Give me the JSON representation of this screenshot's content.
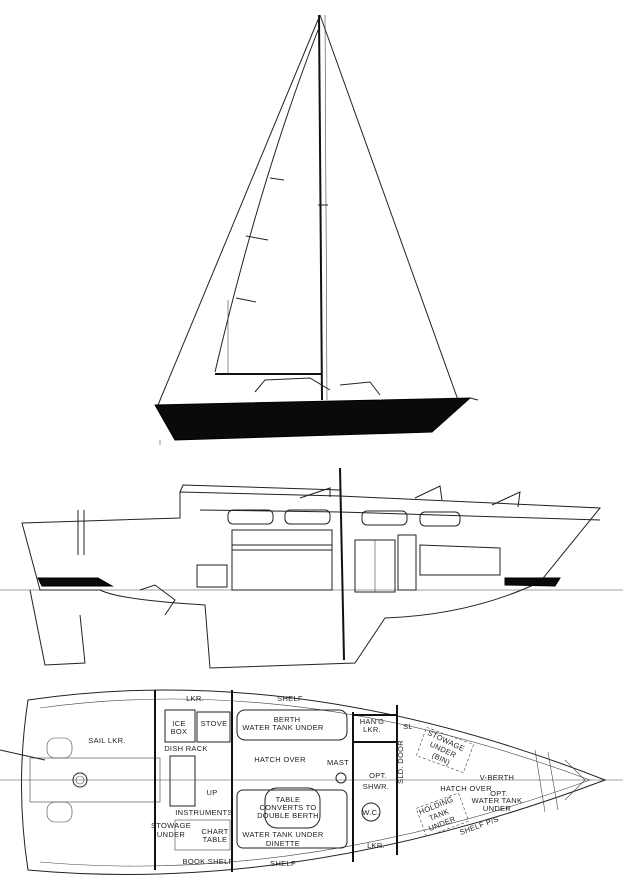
{
  "plan": {
    "lkr_top": "LKR.",
    "shelf_top": "SHELF",
    "ice": "ICE",
    "box": "BOX",
    "stove": "STOVE",
    "berth": "BERTH",
    "water_tank_under_1": "WATER TANK UNDER",
    "sail_lkr": "SAIL LKR.",
    "dish_rack": "DISH RACK",
    "hatch_over_1": "HATCH OVER",
    "mast": "MAST",
    "up": "UP",
    "table": "TABLE",
    "converts_to": "CONVERTS TO",
    "double_berth": "DOUBLE BERTH",
    "instruments": "INSTRUMENTS",
    "stowage_1": "STOWAGE",
    "under_1": "UNDER",
    "chart": "CHART",
    "chart_table": "TABLE",
    "water_tank_under_2": "WATER TANK UNDER",
    "dinette": "DINETTE",
    "book_shelf": "BOOK SHELF",
    "shelf_bottom": "SHELF",
    "hang": "HAN'G",
    "hang_lkr": "LKR.",
    "sl": "SL",
    "stowage_2": "STOWAGE",
    "under_2": "UNDER",
    "bin": "(BIN)",
    "sld_door": "SLD. DOOR",
    "opt_1": "OPT.",
    "shwr": "SHWR.",
    "v_berth": "V-BERTH",
    "hatch_over_2": "HATCH OVER",
    "opt_2": "OPT.",
    "water_tank": "WATER TANK",
    "under_3": "UNDER",
    "wc": "W.C.",
    "holding": "HOLDING",
    "tank": "TANK",
    "under_4": "UNDER",
    "shelf_ps": "SHELF P/S",
    "lkr_bottom": "LKR."
  }
}
